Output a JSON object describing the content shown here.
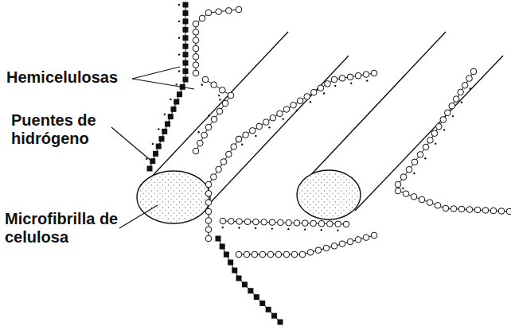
{
  "diagram": {
    "labels": [
      "Hemicelulosas",
      "Puentes de hidrógeno",
      "Microfibrilla de celulosa"
    ]
  }
}
